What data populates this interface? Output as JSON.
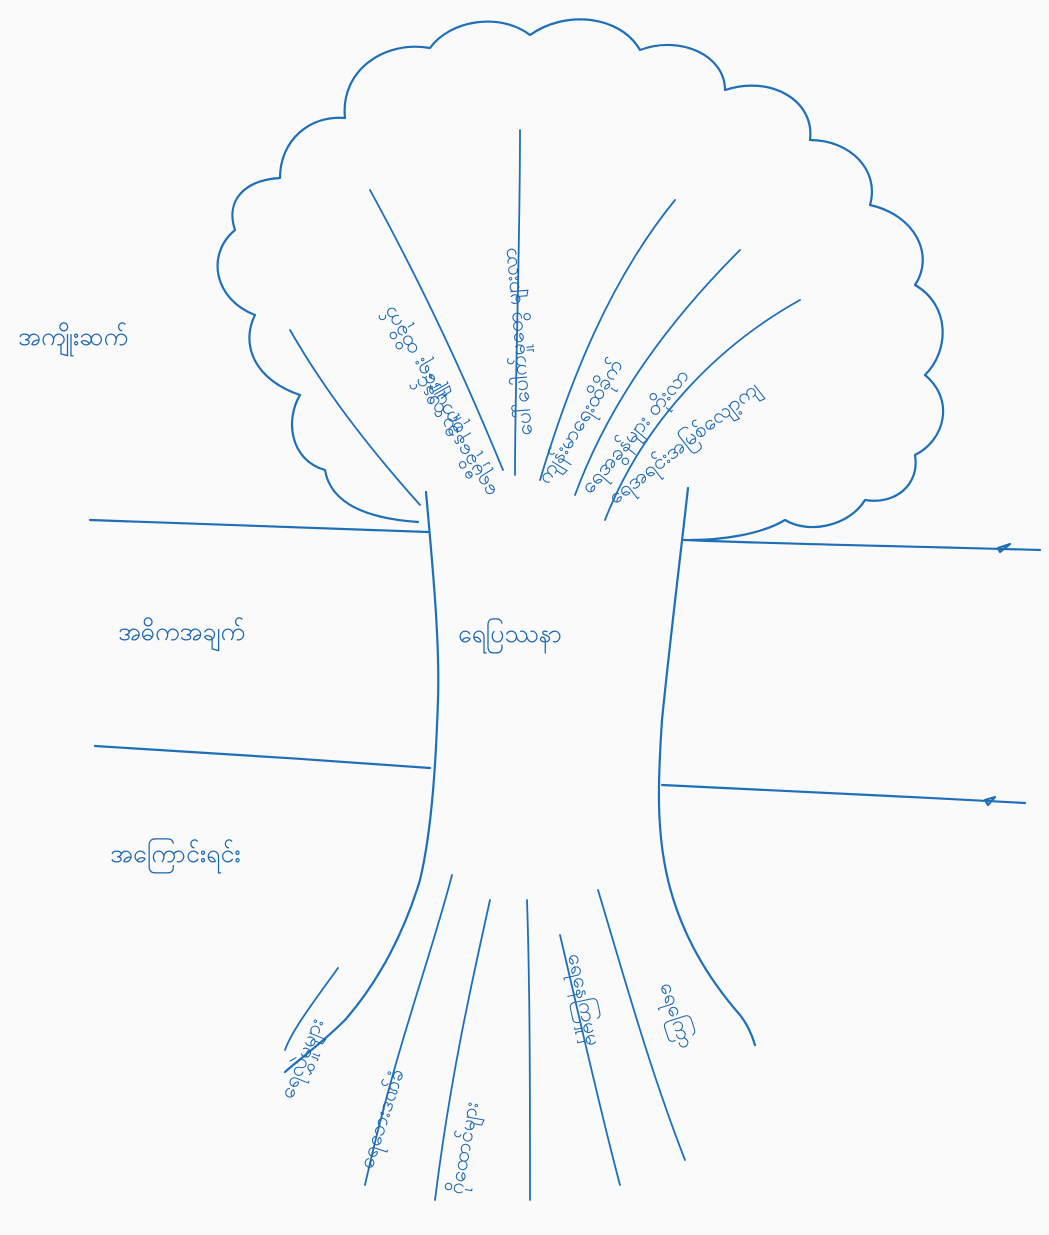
{
  "diagram": {
    "center_label": "ရေပြဿနာ",
    "side_labels": {
      "top": "အကျိုးဆက်",
      "middle": "အဓိကအချက်",
      "bottom": "အကြောင်းရင်း"
    },
    "effects": [
      "ရေမှီခိုနေသူ လူနှင့်",
      "စိုက်ပျိုးရေး ထိခိုက်",
      "ပေါ်ပေါက်မှုတွေ များလာ",
      "ကျန်းမာရေးထိခိုက်",
      "ရေအခွန်များ တိုးလာ",
      "ရေအရင်းအမြစ်လျော့ကျ"
    ],
    "causes": [
      "ရေလွှဲမှုများ",
      "ရေဘေးဒဏ်ခံ",
      "ဂိုထောင်များ",
      "ရေနေကြမှုမှ",
      "ရေကြော"
    ]
  }
}
